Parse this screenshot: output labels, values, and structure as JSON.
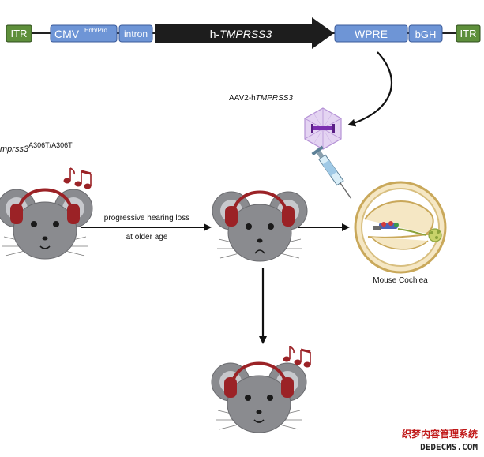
{
  "construct": {
    "itr_left": "ITR",
    "cmv": "CMV",
    "cmv_superscript": "Enh/Pro",
    "intron": "intron",
    "gene_prefix": "h-",
    "gene_name": "TMPRSS3",
    "wpre": "WPRE",
    "bgh": "bGH",
    "itr_right": "ITR"
  },
  "vector": {
    "label_prefix": "AAV2-h",
    "label_gene": "TMPRSS3"
  },
  "genotype": {
    "gene_fragment": "mprss3",
    "allele_superscript": "A306T/A306T"
  },
  "progression": {
    "line1": "progressive hearing loss",
    "line2": "at older age"
  },
  "cochlea": {
    "label": "Mouse Cochlea"
  },
  "watermark": {
    "line1": "织梦内容管理系统",
    "line2": "DEDECMS.COM"
  },
  "colors": {
    "itr": "#5e8f3b",
    "element_blue": "#6e95d6",
    "gene_arrow": "#1d1d1d",
    "headphone": "#9b2226",
    "mouse_grey": "#8a8b8f",
    "capsid": "#c8a8e0",
    "cochlea_fill": "#f5e7c4",
    "cochlea_stroke": "#c9a85a"
  }
}
